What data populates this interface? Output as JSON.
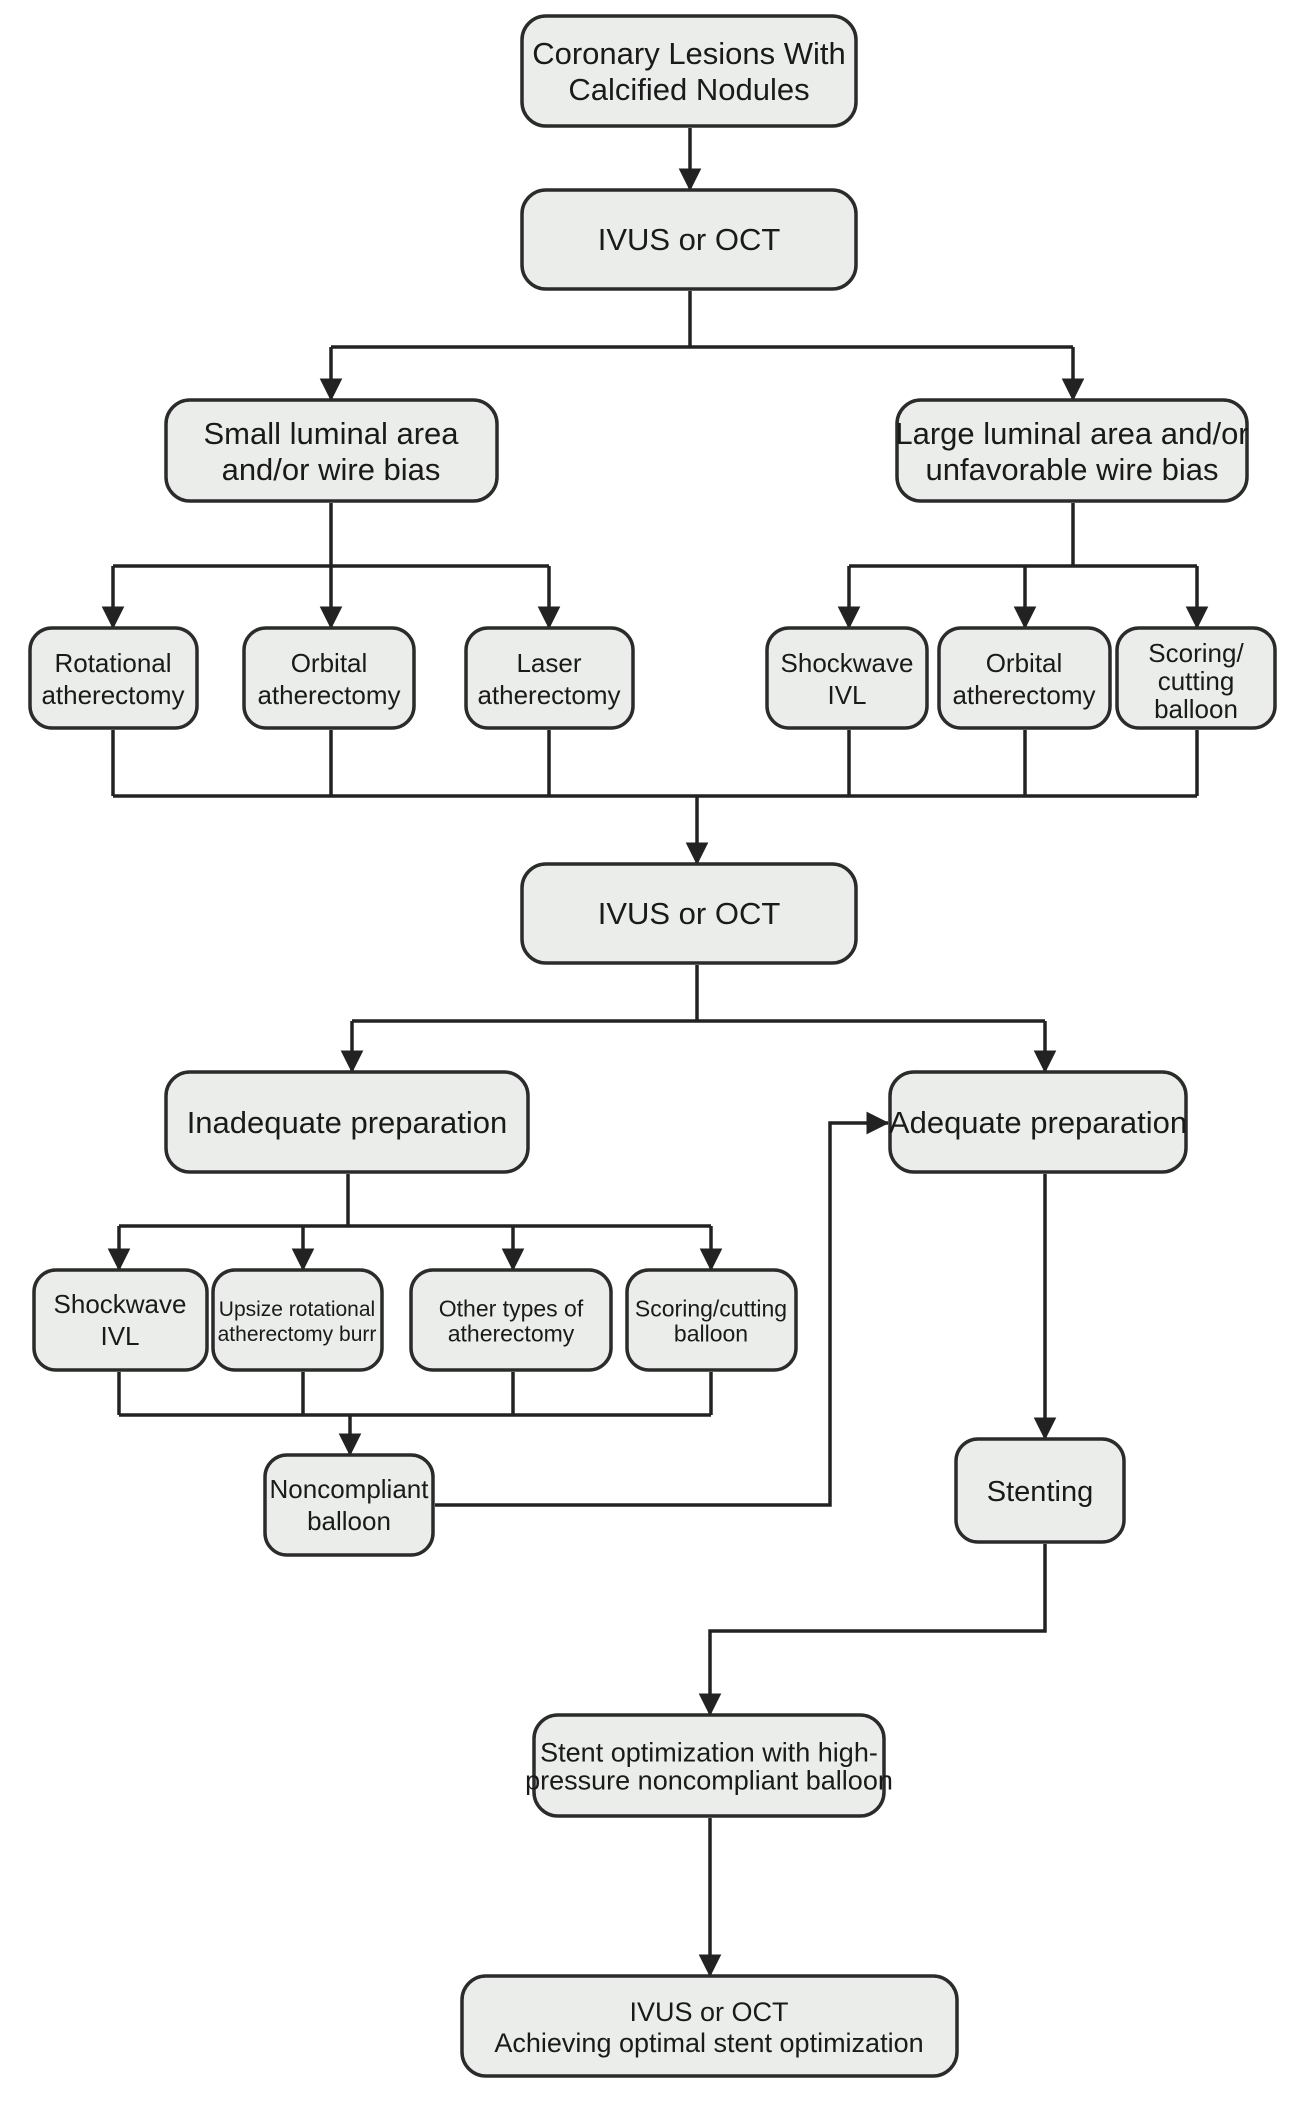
{
  "flowchart": {
    "n_start": {
      "lines": [
        "Coronary Lesions With",
        "Calcified Nodules"
      ]
    },
    "n_imaging1": {
      "lines": [
        "IVUS or OCT"
      ]
    },
    "n_small": {
      "lines": [
        "Small luminal area",
        "and/or wire bias"
      ]
    },
    "n_large": {
      "lines": [
        "Large luminal area and/or",
        "unfavorable wire bias"
      ]
    },
    "n_rot": {
      "lines": [
        "Rotational",
        "atherectomy"
      ]
    },
    "n_orb1": {
      "lines": [
        "Orbital",
        "atherectomy"
      ]
    },
    "n_laser": {
      "lines": [
        "Laser",
        "atherectomy"
      ]
    },
    "n_shock1": {
      "lines": [
        "Shockwave",
        "IVL"
      ]
    },
    "n_orb2": {
      "lines": [
        "Orbital",
        "atherectomy"
      ]
    },
    "n_scoring1": {
      "lines": [
        "Scoring/",
        "cutting",
        "balloon"
      ]
    },
    "n_imaging2": {
      "lines": [
        "IVUS or OCT"
      ]
    },
    "n_inadequate": {
      "lines": [
        "Inadequate preparation"
      ]
    },
    "n_adequate": {
      "lines": [
        "Adequate preparation"
      ]
    },
    "n_shock2": {
      "lines": [
        "Shockwave",
        "IVL"
      ]
    },
    "n_upsize": {
      "lines": [
        "Upsize rotational",
        "atherectomy burr"
      ]
    },
    "n_other": {
      "lines": [
        "Other types of",
        "atherectomy"
      ]
    },
    "n_scoring2": {
      "lines": [
        "Scoring/cutting",
        "balloon"
      ]
    },
    "n_noncompliant": {
      "lines": [
        "Noncompliant",
        "balloon"
      ]
    },
    "n_stenting": {
      "lines": [
        "Stenting"
      ]
    },
    "n_optim": {
      "lines": [
        "Stent optimization with high-",
        "pressure noncompliant balloon"
      ]
    },
    "n_final": {
      "lines": [
        "IVUS or OCT",
        "Achieving optimal stent optimization"
      ]
    }
  }
}
